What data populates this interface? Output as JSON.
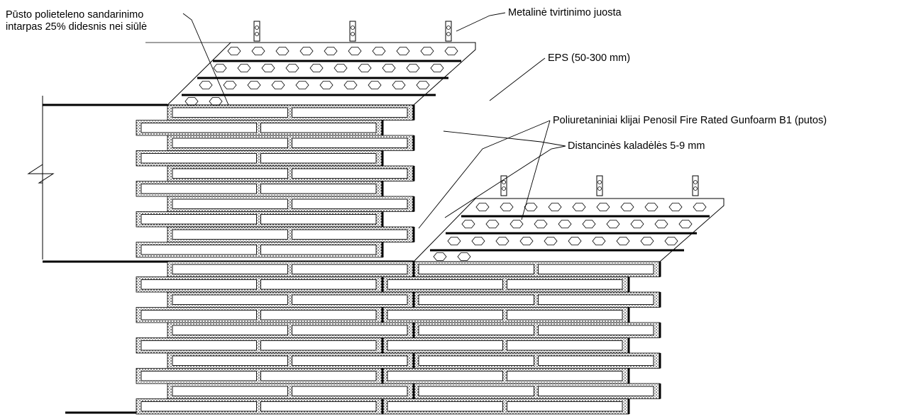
{
  "labels": {
    "sealing_gap": "Pūsto polieteleno sandarinimo\nintarpas 25% didesnis nei siūlė",
    "metal_strip": "Metalinė tvirtinimo juosta",
    "eps": "EPS (50-300 mm)",
    "pu_adhesive": "Poliuretaniniai klijai Penosil Fire Rated Gunfoarm B1 (putos)",
    "spacers": "Distancinės kaladėlės 5-9 mm"
  },
  "colors": {
    "line": "#000000",
    "background": "#ffffff"
  }
}
